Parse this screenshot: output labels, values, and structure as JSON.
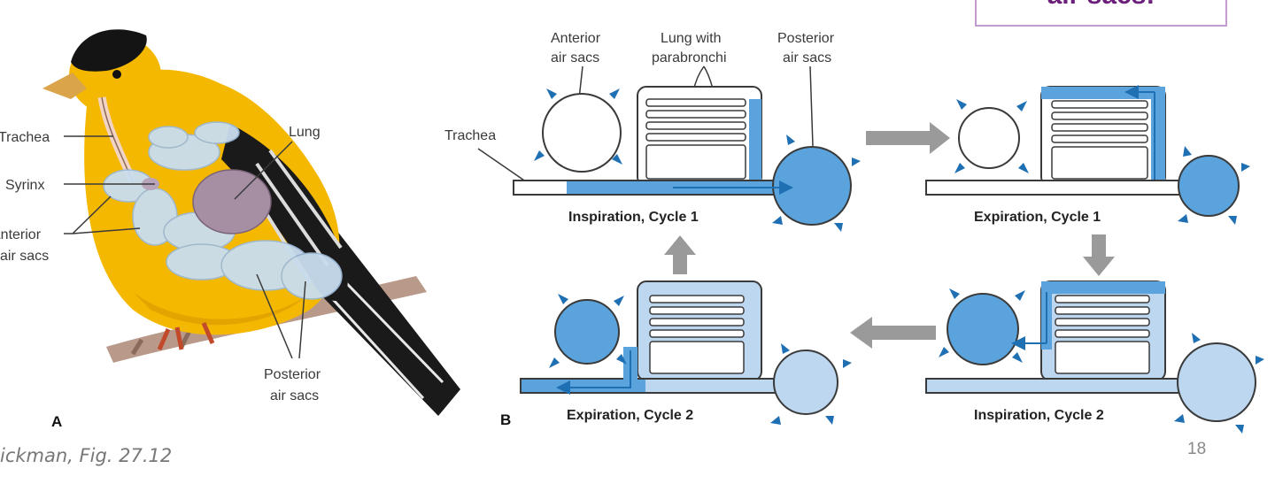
{
  "callout": {
    "text": "air sacs!"
  },
  "figure_a": {
    "letter": "A",
    "labels": {
      "trachea": "Trachea",
      "syrinx": "Syrinx",
      "lung": "Lung",
      "anterior_1": "Anterior",
      "anterior_2": "air sacs",
      "posterior_1": "Posterior",
      "posterior_2": "air sacs"
    }
  },
  "figure_b": {
    "letter": "B",
    "labels": {
      "anterior_1": "Anterior",
      "anterior_2": "air sacs",
      "lung_1": "Lung with",
      "lung_2": "parabronchi",
      "posterior_1": "Posterior",
      "posterior_2": "air sacs",
      "trachea": "Trachea"
    },
    "panels": [
      {
        "caption": "Inspiration, Cycle 1"
      },
      {
        "caption": "Expiration, Cycle 1"
      },
      {
        "caption": "Expiration, Cycle 2"
      },
      {
        "caption": "Inspiration, Cycle 2"
      }
    ]
  },
  "colors": {
    "air_dark": "#5aa3dc",
    "air_light": "#bcd7ef",
    "outline": "#3a3a3a",
    "arrow_gray": "#9a9a9a",
    "bird_yellow": "#f5b800"
  },
  "footer": {
    "credit": "ickman, Fig. 27.12",
    "page_number": "18"
  }
}
